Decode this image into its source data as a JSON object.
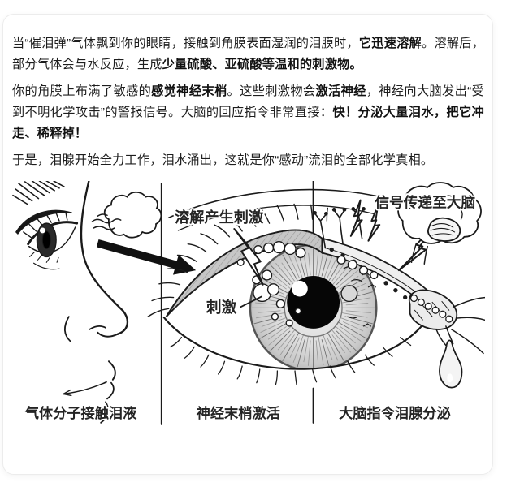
{
  "colors": {
    "ink": "#1d1d1d",
    "line_art": "#1a1a1a",
    "card_border": "#ececec",
    "band_gray": "#c6c6c6",
    "iris_gray": "#d6d6d6"
  },
  "article": {
    "p1": [
      "当“催泪弹”气体飘到你的眼睛，接触到角膜表面湿润的泪膜时，",
      "它迅速溶解",
      "。溶解后，部分气体会与水反应，生成",
      "少量硫酸、亚硫酸等温和的刺激物。"
    ],
    "p2": [
      "你的角膜上布满了敏感的",
      "感觉神经末梢",
      "。这些刺激物会",
      "激活神经",
      "，神经向大脑发出“受到不明化学攻击”的警报信号。大脑的回应指令非常直接：",
      "快！分泌大量泪水，把它冲走、稀释掉！"
    ],
    "p3": [
      "于是，泪腺开始全力工作，泪水涌出，这就是你“感动”流泪的全部化学真相。"
    ]
  },
  "figure": {
    "label_dissolve": "溶解产生刺激",
    "label_stimulus": "刺激",
    "label_signal": "信号传递至大脑",
    "captions": [
      "气体分子接触泪液",
      "神经末梢激活",
      "大脑指令泪腺分泌"
    ]
  }
}
